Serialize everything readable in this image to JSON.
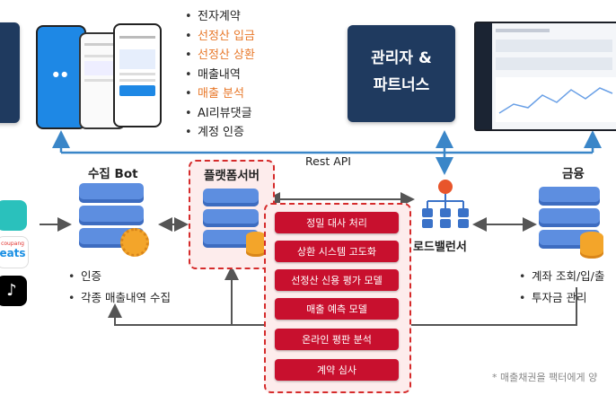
{
  "top_features": [
    {
      "label": "전자계약",
      "highlight": false
    },
    {
      "label": "선정산 입금",
      "highlight": true
    },
    {
      "label": "선정산 상환",
      "highlight": true
    },
    {
      "label": "매출내역",
      "highlight": false
    },
    {
      "label": "매출 분석",
      "highlight": true
    },
    {
      "label": "AI리뷰댓글",
      "highlight": false
    },
    {
      "label": "계정 인증",
      "highlight": false
    }
  ],
  "admin_box": {
    "line1": "관리자 &",
    "line2": "파트너스"
  },
  "rest_api": "Rest API",
  "collect_bot": {
    "title": "수집 Bot",
    "bullets": [
      "인증",
      "각종 매출내역 수집"
    ]
  },
  "platform_server": {
    "title": "플랫폼서버"
  },
  "services": [
    "정밀 대사 처리",
    "상환 시스템 고도화",
    "선정산 신용 평가 모델",
    "매출 예측 모델",
    "온라인 평판 분석",
    "계약 심사"
  ],
  "load_balancer": "로드밸런서",
  "finance": {
    "title": "금융",
    "bullets": [
      "계좌 조회/입/출",
      "투자금 관리"
    ]
  },
  "app_icons": [
    {
      "name": "baemin-icon",
      "color": "#2ac1bc"
    },
    {
      "name": "coupang-eats-icon",
      "text": "eats",
      "sub": "coupang"
    },
    {
      "name": "tiktok-icon",
      "color": "#000000"
    }
  ],
  "footnote": "* 매출채권을 팩터에게 양",
  "colors": {
    "navy": "#1f3a5f",
    "red": "#c8102e",
    "orange": "#e8792b",
    "arrow": "#3a86c8",
    "gray_arrow": "#555555"
  }
}
